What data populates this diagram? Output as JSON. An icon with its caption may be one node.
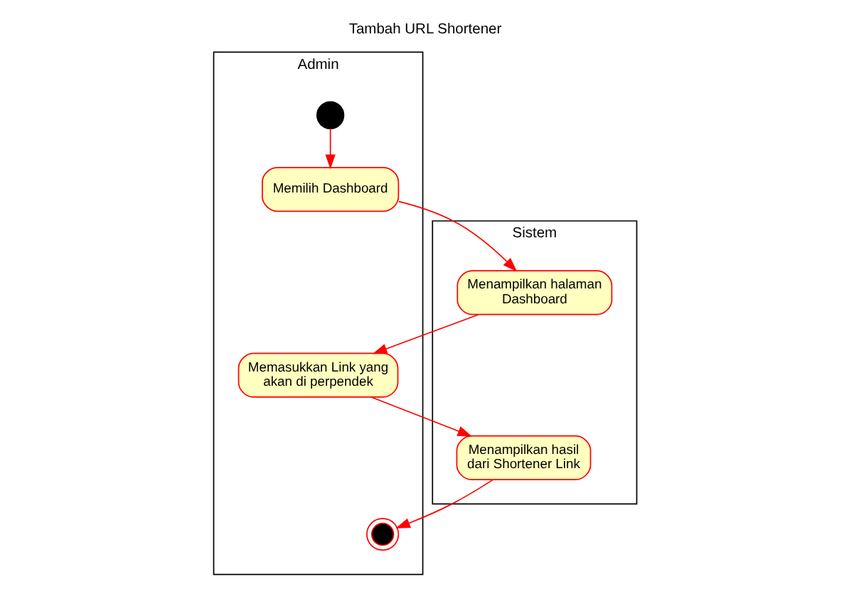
{
  "diagram": {
    "title": "Tambah URL Shortener",
    "nodes": [
      {
        "text": [
          "Admin"
        ]
      },
      {
        "text": [
          "Sistem"
        ]
      },
      {
        "text": [],
        "shape": "circle",
        "in": 0
      },
      {
        "text": [
          "Memilih Dashboard"
        ],
        "in": 0
      },
      {
        "text": [
          "Menampilkan halaman Dashboard"
        ],
        "in": 1
      },
      {
        "text": [
          "Memasukkan Link yang akan di perpendek"
        ],
        "in": 0
      },
      {
        "text": [
          "Menampilkan hasil dari Shortener Link"
        ],
        "in": 1
      },
      {
        "text": [],
        "shape": "circle",
        "in": 0
      }
    ],
    "edges": [
      {
        "from": 2,
        "to": 3,
        "arrow": "to"
      },
      {
        "from": 3,
        "to": 4,
        "arrow": "to"
      },
      {
        "from": 4,
        "to": 5,
        "arrow": "to"
      },
      {
        "from": 5,
        "to": 6,
        "arrow": "to"
      },
      {
        "from": 6,
        "to": 7,
        "arrow": "to"
      }
    ]
  }
}
